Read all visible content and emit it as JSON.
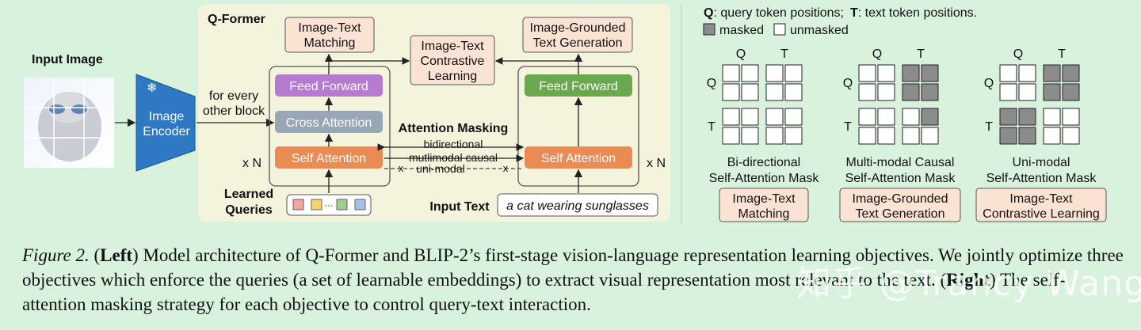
{
  "left": {
    "input_image_label": "Input Image",
    "encoder_label_1": "Image",
    "encoder_label_2": "Encoder",
    "snowflake": "❄",
    "every_other_1": "for every",
    "every_other_2": "other block",
    "qformer_title": "Q-Former",
    "itm_1": "Image-Text",
    "itm_2": "Matching",
    "itc_1": "Image-Text",
    "itc_2": "Contrastive",
    "itc_3": "Learning",
    "itg_1": "Image-Grounded",
    "itg_2": "Text Generation",
    "ff_left": "Feed Forward",
    "cross_attn": "Cross Attention",
    "sa_left": "Self Attention",
    "ff_right": "Feed Forward",
    "sa_right": "Self Attention",
    "xn_left": "x N",
    "xn_right": "x N",
    "attn_masking": "Attention Masking",
    "bidirectional": "bidirectional",
    "multimodal_causal": "mutlimodal causal",
    "unimodal": "uni-modal",
    "x_mark": "x",
    "learned_1": "Learned",
    "learned_2": "Queries",
    "dots": "···",
    "input_text_label": "Input Text",
    "input_text_value": "a cat wearing sunglasses",
    "query_colors": [
      "#f4a3a3",
      "#f5d36b",
      "#9ccf8d",
      "#a3c3ec"
    ]
  },
  "right": {
    "legend_q": "Q",
    "legend_q_desc": ": query token positions;",
    "legend_t": "T",
    "legend_t_desc": ": text token positions.",
    "legend_masked": "masked",
    "legend_unmasked": "unmasked",
    "q": "Q",
    "t": "T",
    "masks": [
      {
        "title_1": "Bi-directional",
        "title_2": "Self-Attention Mask",
        "obj_1": "Image-Text",
        "obj_2": "Matching",
        "grid": [
          [
            0,
            0,
            0,
            0
          ],
          [
            0,
            0,
            0,
            0
          ],
          [
            0,
            0,
            0,
            0
          ],
          [
            0,
            0,
            0,
            0
          ]
        ]
      },
      {
        "title_1": "Multi-modal Causal",
        "title_2": "Self-Attention Mask",
        "obj_1": "Image-Grounded",
        "obj_2": "Text Generation",
        "grid": [
          [
            0,
            0,
            1,
            1
          ],
          [
            0,
            0,
            1,
            1
          ],
          [
            0,
            0,
            0,
            1
          ],
          [
            0,
            0,
            0,
            0
          ]
        ]
      },
      {
        "title_1": "Uni-modal",
        "title_2": "Self-Attention Mask",
        "obj_1": "Image-Text",
        "obj_2": "Contrastive Learning",
        "grid": [
          [
            0,
            0,
            1,
            1
          ],
          [
            0,
            0,
            1,
            1
          ],
          [
            1,
            1,
            0,
            0
          ],
          [
            1,
            1,
            0,
            0
          ]
        ]
      }
    ]
  },
  "caption": {
    "fig_label": "Figure 2.",
    "left_word": "Left",
    "left_text": ") Model architecture of Q-Former and BLIP-2’s first-stage vision-language representation learning objectives. We jointly optimize three objectives which enforce the queries (a set of learnable embeddings) to extract visual representation most relevant to the text. (",
    "right_word": "Right",
    "right_text": ") The self-attention masking strategy for each objective to control query-text interaction."
  },
  "watermark": "知乎 @Trancy Wang",
  "colors": {
    "background": "#d9f2de",
    "panel": "#f4f4dc",
    "encoder": "#2e78c4",
    "objective_box": "#fbe3d3",
    "feed_forward_left": "#b57bd1",
    "cross_attention": "#98a6b6",
    "self_attention": "#e98b52",
    "feed_forward_right": "#6aa84f",
    "masked": "#8c8c8c"
  }
}
